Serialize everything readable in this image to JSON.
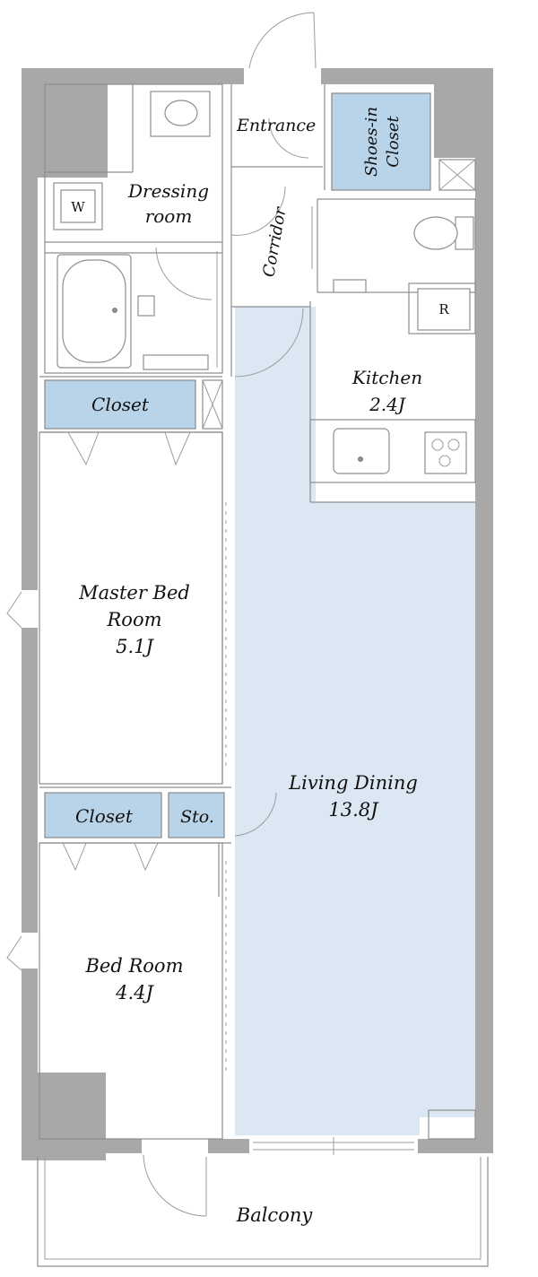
{
  "rooms": {
    "entrance": {
      "label": "Entrance"
    },
    "shoes_closet": {
      "line1": "Shoes-in",
      "line2": "Closet"
    },
    "dressing": {
      "line1": "Dressing",
      "line2": "room"
    },
    "corridor": {
      "label": "Corridor"
    },
    "washer": {
      "label": "W"
    },
    "fridge": {
      "label": "R"
    },
    "kitchen": {
      "name": "Kitchen",
      "size": "2.4J"
    },
    "closet_top": {
      "label": "Closet"
    },
    "master_bed": {
      "line1": "Master Bed",
      "line2": "Room",
      "size": "5.1J"
    },
    "living_dining": {
      "name": "Living Dining",
      "size": "13.8J"
    },
    "closet_bottom": {
      "label": "Closet"
    },
    "storage": {
      "label": "Sto."
    },
    "bed_room": {
      "name": "Bed Room",
      "size": "4.4J"
    },
    "balcony": {
      "label": "Balcony"
    }
  },
  "colors": {
    "wall": "#a8a8a8",
    "living_area": "#dbe8f3",
    "closet": "#b9d3e8"
  }
}
